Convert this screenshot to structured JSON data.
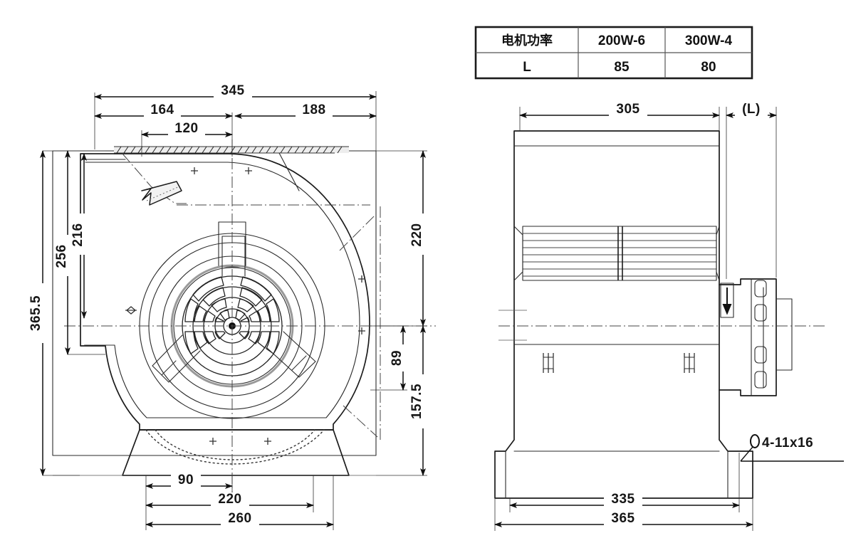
{
  "drawing": {
    "title": "Centrifugal Blower Dimensional Drawing",
    "view_front_name": "front-view",
    "view_side_name": "side-view"
  },
  "spec_table": {
    "name": "motor-power-table",
    "rows": [
      {
        "cells": [
          "电机功率",
          "200W-6",
          "300W-4"
        ]
      },
      {
        "cells": [
          "L",
          "85",
          "80"
        ]
      }
    ]
  },
  "front_view": {
    "dimensions": {
      "overall_width": "345",
      "left_segment": "164",
      "right_segment": "188",
      "inlet_width": "120",
      "overall_height": "365.5",
      "height_256": "256",
      "height_216": "216",
      "outlet_height": "220",
      "offset_89": "89",
      "height_157_5": "157.5",
      "base_90": "90",
      "base_220": "220",
      "base_260": "260"
    }
  },
  "side_view": {
    "dimensions": {
      "body_depth": "305",
      "motor_depth": "(L)",
      "base_inner": "335",
      "base_outer": "365"
    },
    "hole_callout": "4-11x16"
  },
  "colors": {
    "line": "#1b1b1b",
    "background": "#ffffff",
    "shade": "#e9e9e9"
  }
}
